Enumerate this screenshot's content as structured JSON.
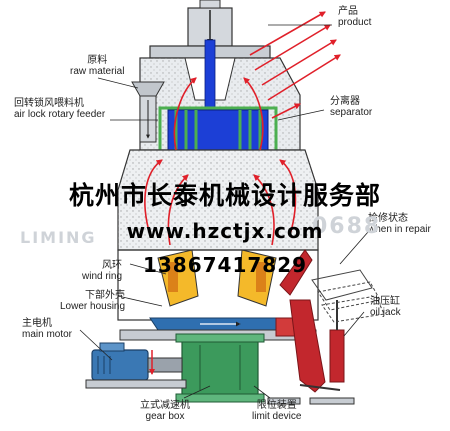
{
  "labels": {
    "product": {
      "zh": "产品",
      "en": "product"
    },
    "raw_material": {
      "zh": "原料",
      "en": "raw material"
    },
    "airlock_feeder": {
      "zh": "回转锁风喂料机",
      "en": "air lock rotary feeder"
    },
    "separator": {
      "zh": "分离器",
      "en": "separator"
    },
    "repair_state": {
      "zh": "检修状态",
      "en": "when in repair"
    },
    "wind_ring": {
      "zh": "风环",
      "en": "wind ring"
    },
    "lower_housing": {
      "zh": "下部外壳",
      "en": "Lower housing"
    },
    "oil_jack": {
      "zh": "油压缸",
      "en": "oil jack"
    },
    "main_motor": {
      "zh": "主电机",
      "en": "main motor"
    },
    "gear_box": {
      "zh": "立式减速机",
      "en": "gear box"
    },
    "limit_device": {
      "zh": "限位装置",
      "en": "limit device"
    }
  },
  "overlay": {
    "company": "杭州市长泰机械设计服务部",
    "website": "www.hzctjx.com",
    "phone": "13867417829",
    "watermark_left": "LIMING",
    "watermark_right": "0688"
  },
  "colors": {
    "airflow_arrows": "#e0202a",
    "separator_frame": "#4caf50",
    "separator_rotor": "#1c3fd6",
    "gearbox": "#3c9a5c",
    "motor": "#3a78b4",
    "housing": "#c7ccd2",
    "roller": "#f4b92a",
    "oil_jack": "#c2272d"
  }
}
